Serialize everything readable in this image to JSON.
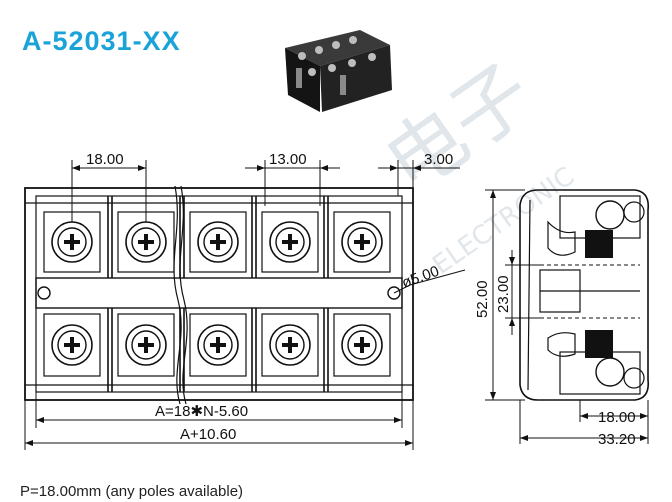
{
  "title": "A-52031-XX",
  "footer_note": "P=18.00mm (any poles available)",
  "watermark": {
    "text_main": "电子",
    "text_sub": "ELECTRONIC"
  },
  "dimensions": {
    "pitch_top": "18.00",
    "pitch_mid": "13.00",
    "edge_offset": "3.00",
    "hole_dia": "ø5.00",
    "length_a": "A=18✱N-5.60",
    "length_total": "A+10.60",
    "height_total": "52.00",
    "height_inner": "23.00",
    "side_depth_inner": "18.00",
    "side_depth_total": "33.20"
  },
  "colors": {
    "title": "#1aa3d8",
    "line": "#111111",
    "watermark": "#c9d3dc"
  },
  "top_screws": 5,
  "bottom_screws": 5
}
